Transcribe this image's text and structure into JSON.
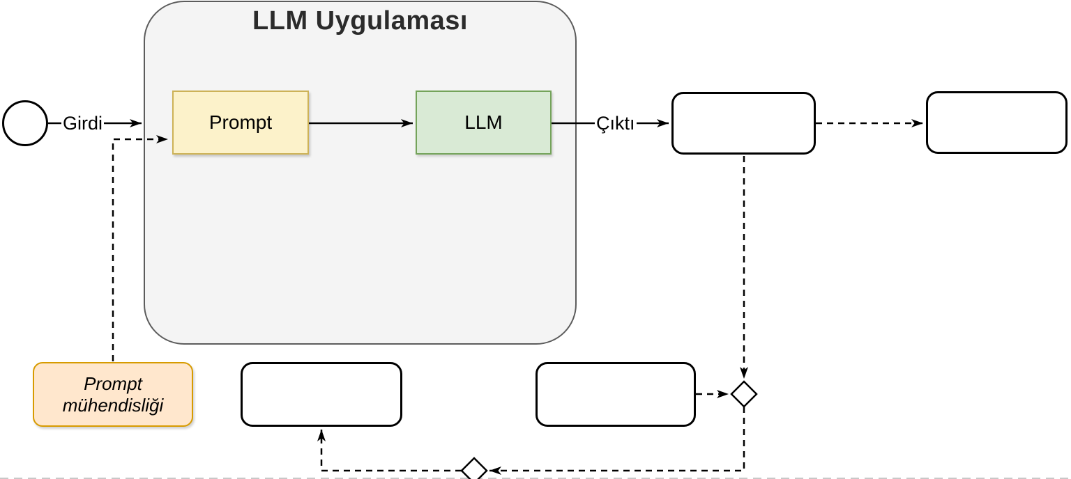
{
  "diagram": {
    "container": {
      "title": "LLM Uygulaması"
    },
    "nodes": {
      "start": {
        "label": ""
      },
      "prompt": {
        "label": "Prompt"
      },
      "llm": {
        "label": "LLM"
      },
      "output_box": {
        "label": ""
      },
      "next_box": {
        "label": ""
      },
      "bottom_left_box": {
        "label": ""
      },
      "bottom_right_box": {
        "label": ""
      },
      "prompt_engineering": {
        "label": "Prompt mühendisliği"
      }
    },
    "edge_labels": {
      "input": "Girdi",
      "output": "Çıktı"
    },
    "colors": {
      "container_fill": "#f4f4f4",
      "container_border": "#5c5c5c",
      "prompt_fill": "#fcf2ca",
      "prompt_border": "#cdb257",
      "llm_fill": "#d9ead5",
      "llm_border": "#74a35a",
      "prompt_engineering_fill": "#ffe7cd",
      "prompt_engineering_border": "#d79b00",
      "connector": "#000000"
    }
  }
}
